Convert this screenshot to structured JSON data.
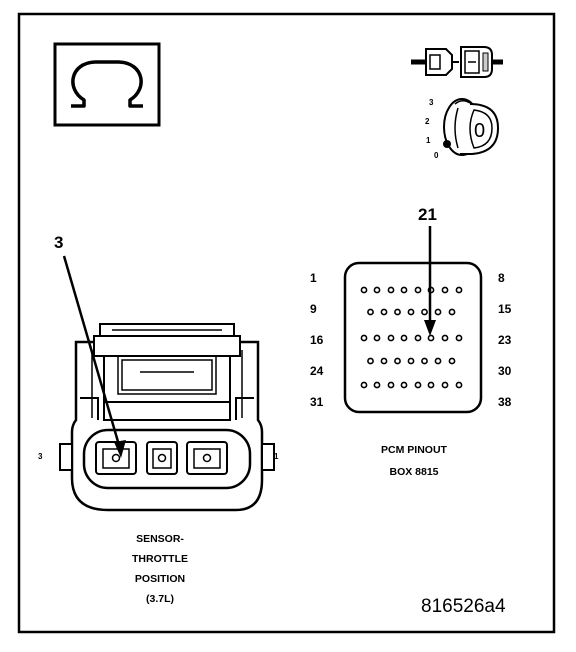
{
  "connector": {
    "callout_pin": "3",
    "end_label_left": "3",
    "end_label_right": "1",
    "caption": [
      "SENSOR-",
      "THROTTLE",
      "POSITION",
      "(3.7L)"
    ]
  },
  "pcm": {
    "callout_pin": "21",
    "left_labels": [
      "1",
      "9",
      "16",
      "24",
      "31"
    ],
    "right_labels": [
      "8",
      "15",
      "23",
      "30",
      "38"
    ],
    "row_counts": [
      8,
      7,
      8,
      7,
      8
    ],
    "caption": [
      "PCM PINOUT",
      "BOX 8815"
    ]
  },
  "ignition": {
    "positions": [
      "3",
      "2",
      "1",
      "0"
    ],
    "key_label": "0"
  },
  "symbols": {
    "ohm": "ohm-icon",
    "connector": "disconnect-connector-icon",
    "ignition": "ignition-key-icon"
  },
  "figure_id": "816526a4"
}
